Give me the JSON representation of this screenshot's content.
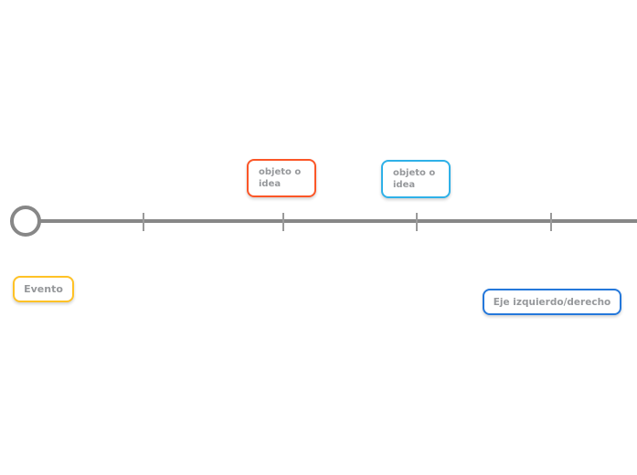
{
  "canvas": {
    "background": "#ffffff",
    "label_text_color": "#96989b"
  },
  "timeline": {
    "line_color": "#878787",
    "circle_color": "#878787",
    "tick_color": "#9a9a9a",
    "tick_count": 4
  },
  "nodes": {
    "evento": {
      "label": "Evento",
      "border_color": "#ffc226"
    },
    "objeto_idea_left": {
      "label": "objeto o idea",
      "border_color": "#fb5627"
    },
    "objeto_idea_right": {
      "label": "objeto o idea",
      "border_color": "#2fb1e8"
    },
    "eje": {
      "label": "Eje izquierdo/derecho",
      "border_color": "#2478db"
    }
  }
}
